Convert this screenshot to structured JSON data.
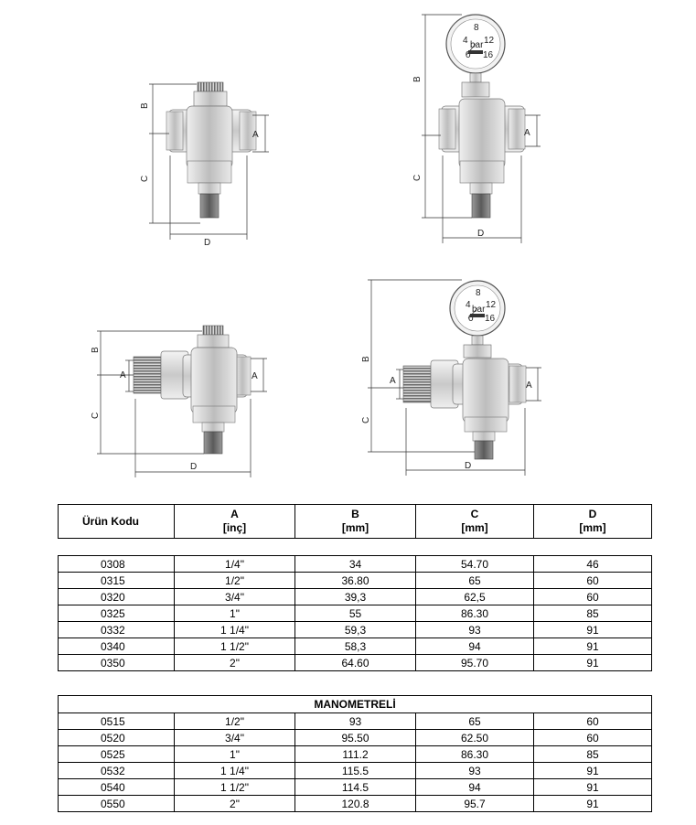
{
  "figures": {
    "dimension_letters": {
      "A": "A",
      "B": "B",
      "C": "C",
      "D": "D"
    },
    "gauge": {
      "unit": "bar",
      "ticks": [
        "4",
        "8",
        "12",
        "0",
        "16"
      ]
    }
  },
  "table": {
    "headers": [
      {
        "line1": "Ürün Kodu",
        "line2": ""
      },
      {
        "line1": "A",
        "line2": "[inç]"
      },
      {
        "line1": "B",
        "line2": "[mm]"
      },
      {
        "line1": "C",
        "line2": "[mm]"
      },
      {
        "line1": "D",
        "line2": "[mm]"
      }
    ],
    "standard_rows": [
      [
        "0308",
        "1/4\"",
        "34",
        "54.70",
        "46"
      ],
      [
        "0315",
        "1/2\"",
        "36.80",
        "65",
        "60"
      ],
      [
        "0320",
        "3/4\"",
        "39,3",
        "62,5",
        "60"
      ],
      [
        "0325",
        "1\"",
        "55",
        "86.30",
        "85"
      ],
      [
        "0332",
        "1  1/4\"",
        "59,3",
        "93",
        "91"
      ],
      [
        "0340",
        "1  1/2\"",
        "58,3",
        "94",
        "91"
      ],
      [
        "0350",
        "2\"",
        "64.60",
        "95.70",
        "91"
      ]
    ],
    "manometer_section_title": "MANOMETRELİ",
    "manometer_rows": [
      [
        "0515",
        "1/2\"",
        "93",
        "65",
        "60"
      ],
      [
        "0520",
        "3/4\"",
        "95.50",
        "62.50",
        "60"
      ],
      [
        "0525",
        "1\"",
        "111.2",
        "86.30",
        "85"
      ],
      [
        "0532",
        "1  1/4\"",
        "115.5",
        "93",
        "91"
      ],
      [
        "0540",
        "1  1/2\"",
        "114.5",
        "94",
        "91"
      ],
      [
        "0550",
        "2\"",
        "120.8",
        "95.7",
        "91"
      ]
    ]
  }
}
